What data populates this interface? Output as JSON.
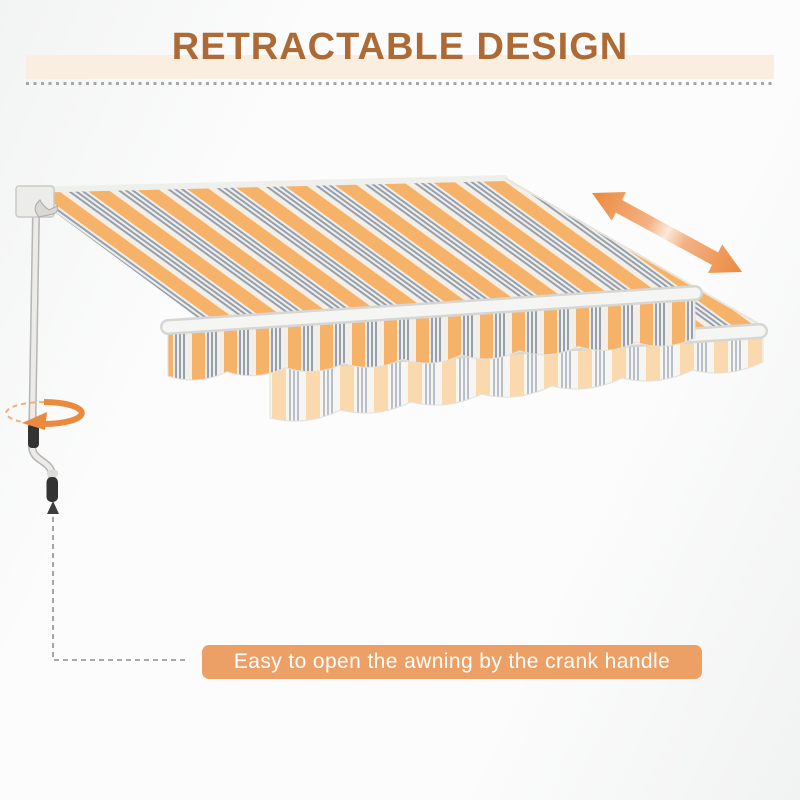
{
  "header": {
    "title": "RETRACTABLE DESIGN"
  },
  "caption": {
    "text": "Easy to open the awning by the crank handle"
  },
  "icons": {
    "extend_retract_arrow": "double-headed diagonal arrow showing awning extends and retracts",
    "crank_rotation_arrow": "orange elliptical rotation arrow around crank pole",
    "handle_pointer_arrow": "dashed leader line with upward arrowhead pointing at crank handle"
  },
  "colors": {
    "title_text": "#ad6a34",
    "title_band": "#faeee1",
    "divider_dots": "#a6a6a6",
    "caption_bg": "#eda065",
    "caption_text": "#ffffff",
    "arrow_orange": "#eb8a3c",
    "arrow_mid": "#fbe9d9",
    "fabric_orange": "#f7b269",
    "fabric_stripe_gray": "#93a0b2",
    "fabric_cream": "#f3efe7",
    "pale_orange": "#fbd9ae",
    "pale_gray": "#b6bfcb",
    "pale_cream": "#f7f5f0",
    "rail_white": "#f5f5f3",
    "handle_dark": "#333333",
    "leader_gray": "#8f8f8f"
  }
}
